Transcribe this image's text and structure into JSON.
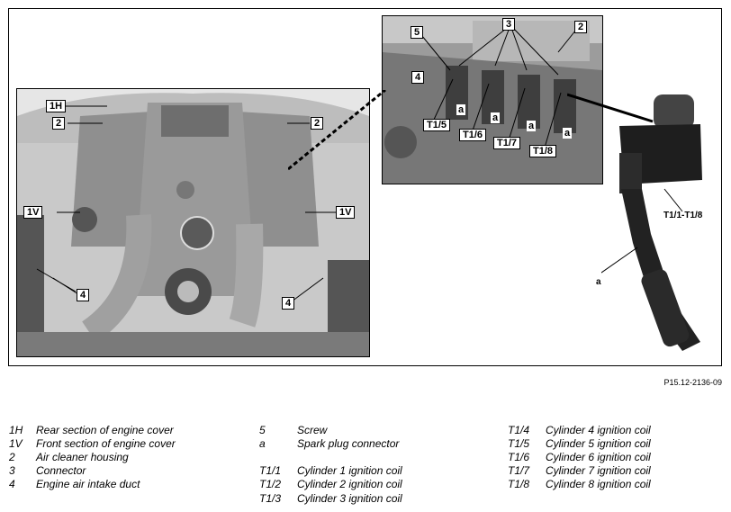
{
  "figure": {
    "id": "P15.12-2136-09",
    "overview_labels": {
      "rear_cover": "1H",
      "front_cover_left": "1V",
      "front_cover_right": "1V",
      "air_cleaner_left": "2",
      "air_cleaner_right": "2",
      "intake_duct_left": "4",
      "intake_duct_right": "4"
    },
    "detail_labels": {
      "screw": "5",
      "connector": "3",
      "air_cleaner": "2",
      "intake_duct": "4",
      "coil_t15": "T1/5",
      "coil_t16": "T1/6",
      "coil_t17": "T1/7",
      "coil_t18": "T1/8",
      "plug_a": "a"
    },
    "coil_labels": {
      "coil_range": "T1/1-T1/8",
      "plug_a": "a"
    }
  },
  "legend": {
    "col1": [
      {
        "code": "1H",
        "text": "Rear section of engine cover"
      },
      {
        "code": "1V",
        "text": "Front section of engine cover"
      },
      {
        "code": "2",
        "text": "Air cleaner housing"
      },
      {
        "code": "3",
        "text": "Connector"
      },
      {
        "code": "4",
        "text": "Engine air intake duct"
      }
    ],
    "col2": [
      {
        "code": "5",
        "text": "Screw"
      },
      {
        "code": "a",
        "text": "Spark plug connector"
      },
      {
        "code": "",
        "text": ""
      },
      {
        "code": "T1/1",
        "text": "Cylinder 1 ignition coil"
      },
      {
        "code": "T1/2",
        "text": "Cylinder 2 ignition coil"
      },
      {
        "code": "T1/3",
        "text": "Cylinder 3 ignition coil"
      }
    ],
    "col3": [
      {
        "code": "T1/4",
        "text": "Cylinder 4 ignition coil"
      },
      {
        "code": "T1/5",
        "text": "Cylinder 5 ignition coil"
      },
      {
        "code": "T1/6",
        "text": "Cylinder 6 ignition coil"
      },
      {
        "code": "T1/7",
        "text": "Cylinder 7 ignition coil"
      },
      {
        "code": "T1/8",
        "text": "Cylinder 8 ignition coil"
      }
    ]
  }
}
